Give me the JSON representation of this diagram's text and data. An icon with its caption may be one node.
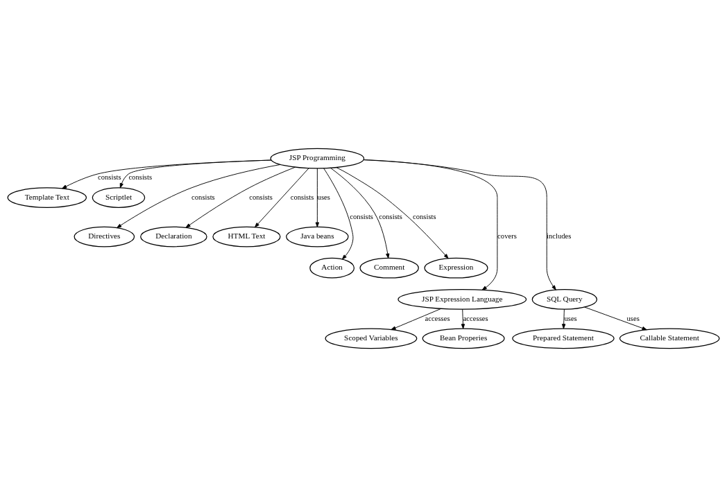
{
  "diagram": {
    "nodes": [
      {
        "text": [
          "JSP Programming"
        ]
      },
      {
        "text": [
          "Template Text"
        ]
      },
      {
        "text": [
          "Scriptlet"
        ]
      },
      {
        "text": [
          "Directives"
        ]
      },
      {
        "text": [
          "Declaration"
        ]
      },
      {
        "text": [
          "HTML Text"
        ]
      },
      {
        "text": [
          "Java beans"
        ]
      },
      {
        "text": [
          "Action"
        ]
      },
      {
        "text": [
          "Comment"
        ]
      },
      {
        "text": [
          "Expression"
        ]
      },
      {
        "text": [
          "JSP Expression Language"
        ]
      },
      {
        "text": [
          "SQL Query"
        ]
      },
      {
        "text": [
          "Scoped Variables"
        ]
      },
      {
        "text": [
          "Bean Properies"
        ]
      },
      {
        "text": [
          "Prepared Statement"
        ]
      },
      {
        "text": [
          "Callable Statement"
        ]
      }
    ],
    "edges": [
      {
        "from": 0,
        "to": 1,
        "arrow": "to",
        "label": "consists"
      },
      {
        "from": 0,
        "to": 2,
        "arrow": "to",
        "label": "consists"
      },
      {
        "from": 0,
        "to": 3,
        "arrow": "to",
        "label": "consists"
      },
      {
        "from": 0,
        "to": 4,
        "arrow": "to",
        "label": "consists"
      },
      {
        "from": 0,
        "to": 7,
        "arrow": "to",
        "label": "consists"
      },
      {
        "from": 0,
        "to": 5,
        "arrow": "to",
        "label": "consists"
      },
      {
        "from": 0,
        "to": 6,
        "arrow": "to",
        "label": "uses"
      },
      {
        "from": 0,
        "to": 9,
        "arrow": "to",
        "label": "consists"
      },
      {
        "from": 0,
        "to": 8,
        "arrow": "to",
        "label": "consists"
      },
      {
        "from": 0,
        "to": 10,
        "arrow": "to",
        "label": "covers"
      },
      {
        "from": 0,
        "to": 11,
        "arrow": "to",
        "label": "includes"
      },
      {
        "from": 10,
        "to": 12,
        "arrow": "to",
        "label": "accesses"
      },
      {
        "from": 10,
        "to": 13,
        "arrow": "to",
        "label": "accesses"
      },
      {
        "from": 11,
        "to": 14,
        "arrow": "to",
        "label": "uses"
      },
      {
        "from": 11,
        "to": 15,
        "arrow": "to",
        "label": "uses"
      }
    ]
  }
}
